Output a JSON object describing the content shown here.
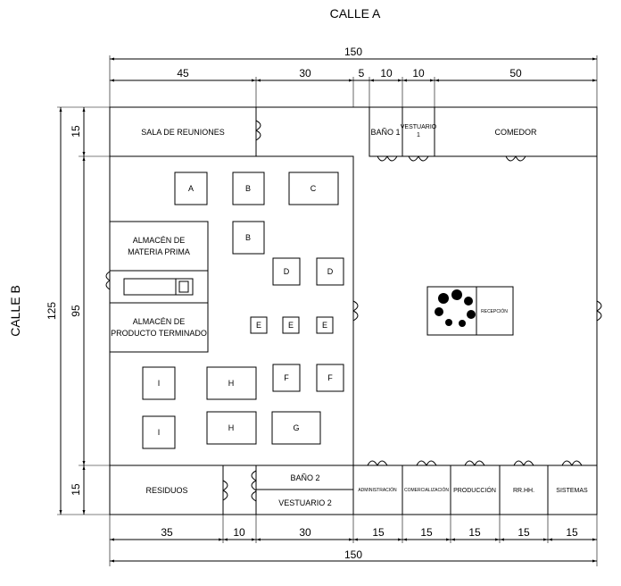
{
  "streets": {
    "top": "CALLE A",
    "left": "CALLE B"
  },
  "dims_top_total": "150",
  "dims_top": [
    "45",
    "30",
    "5",
    "10",
    "10",
    "50"
  ],
  "dims_bottom": [
    "35",
    "10",
    "30",
    "15",
    "15",
    "15",
    "15",
    "15"
  ],
  "dims_bottom_total": "150",
  "dims_left_outer": "125",
  "dims_left_inner": [
    "15",
    "95",
    "15"
  ],
  "rooms": {
    "sala_reuniones": "SALA DE REUNIONES",
    "bano1": "BAÑO 1",
    "vestuario1_l1": "VESTUARIO",
    "vestuario1_l2": "1",
    "comedor": "COMEDOR",
    "almacen_mp_l1": "ALMACÉN DE",
    "almacen_mp_l2": "MATERIA PRIMA",
    "almacen_pt_l1": "ALMACÉN DE",
    "almacen_pt_l2": "PRODUCTO TERMINADO",
    "recepcion": "RECEPCIÓN",
    "residuos": "RESIDUOS",
    "bano2": "BAÑO 2",
    "vestuario2": "VESTUARIO 2",
    "administracion": "ADMINISTRACIÓN",
    "comercializacion": "COMERCIALIZACIÓN",
    "produccion": "PRODUCCIÓN",
    "rrhh": "RR.HH.",
    "sistemas": "SISTEMAS"
  },
  "machines": {
    "A": "A",
    "B1": "B",
    "C": "C",
    "B2": "B",
    "D1": "D",
    "D2": "D",
    "E1": "E",
    "E2": "E",
    "E3": "E",
    "I1": "I",
    "H1": "H",
    "F1": "F",
    "F2": "F",
    "I2": "I",
    "H2": "H",
    "G": "G"
  }
}
